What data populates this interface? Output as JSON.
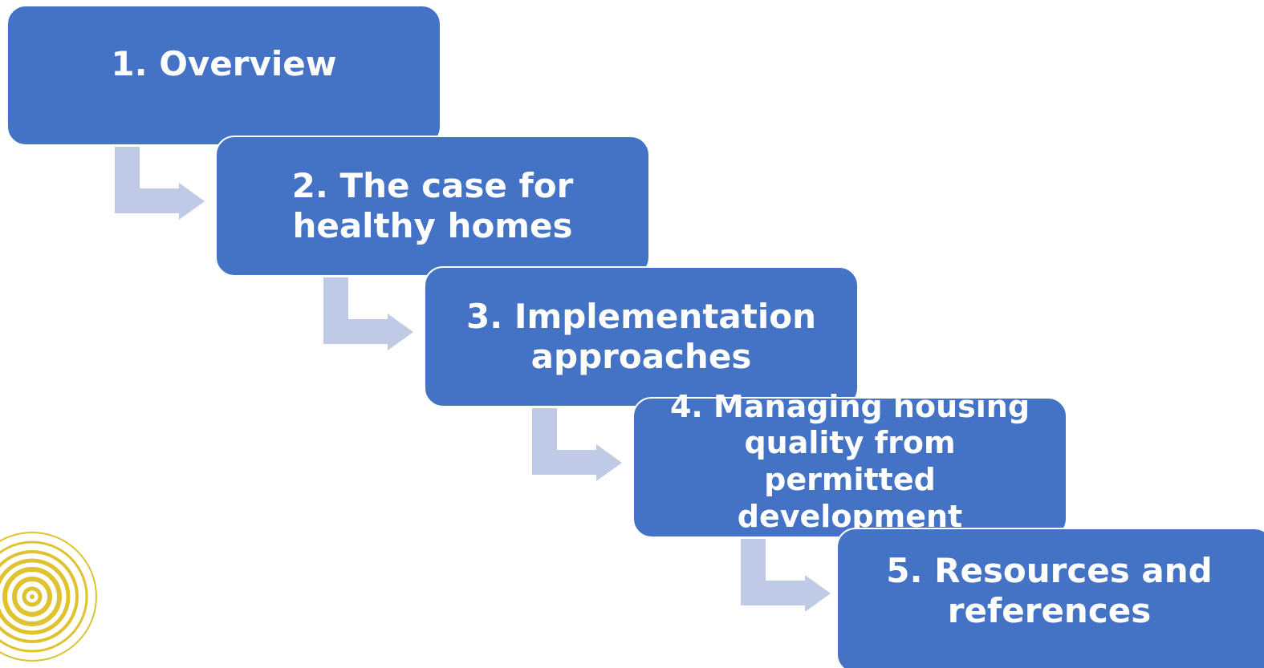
{
  "diagram": {
    "steps": [
      {
        "label": "1. Overview"
      },
      {
        "label": "2. The case for healthy homes"
      },
      {
        "label": "3. Implementation approaches"
      },
      {
        "label": "4. Managing housing quality from permitted development"
      },
      {
        "label": "5. Resources and references"
      }
    ],
    "colors": {
      "step_fill": "#4472c4",
      "step_text": "#ffffff",
      "arrow_fill": "#bfcae6",
      "logo_ring": "#e0c22e"
    },
    "logo_icon": "concentric-circles-icon"
  }
}
